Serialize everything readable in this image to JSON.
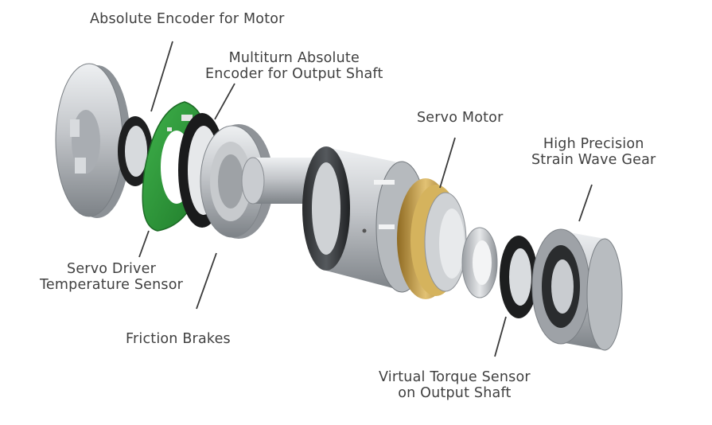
{
  "labels": {
    "absolute_encoder_motor": "Absolute Encoder for Motor",
    "multiturn_encoder": [
      "Multiturn Absolute",
      "Encoder for Output Shaft"
    ],
    "servo_motor": "Servo Motor",
    "strain_wave_gear": [
      "High Precision",
      "Strain Wave Gear"
    ],
    "servo_driver_temp": [
      "Servo Driver",
      "Temperature Sensor"
    ],
    "friction_brakes": "Friction Brakes",
    "torque_sensor": [
      "Virtual Torque Sensor",
      "on Output Shaft"
    ]
  },
  "colors": {
    "label_text": "#404040",
    "leader_line": "#3a3a3a",
    "pcb_green": "#2e9a3a",
    "copper": "#c8a24a",
    "steel": "#b9bcc0"
  }
}
